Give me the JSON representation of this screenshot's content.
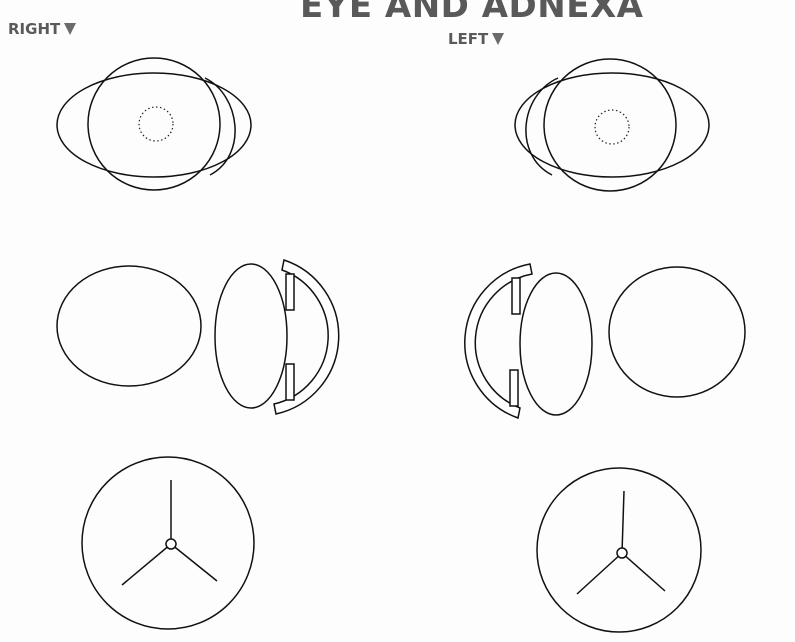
{
  "header": {
    "title": "EYE AND ADNEXA"
  },
  "labels": {
    "right": "RIGHT",
    "left": "LEFT"
  },
  "icons": {
    "side_indicator": "down-triangle-icon"
  },
  "colors": {
    "line": "#111111",
    "label": "#5a5a5a",
    "background": "#fdfdfd"
  }
}
